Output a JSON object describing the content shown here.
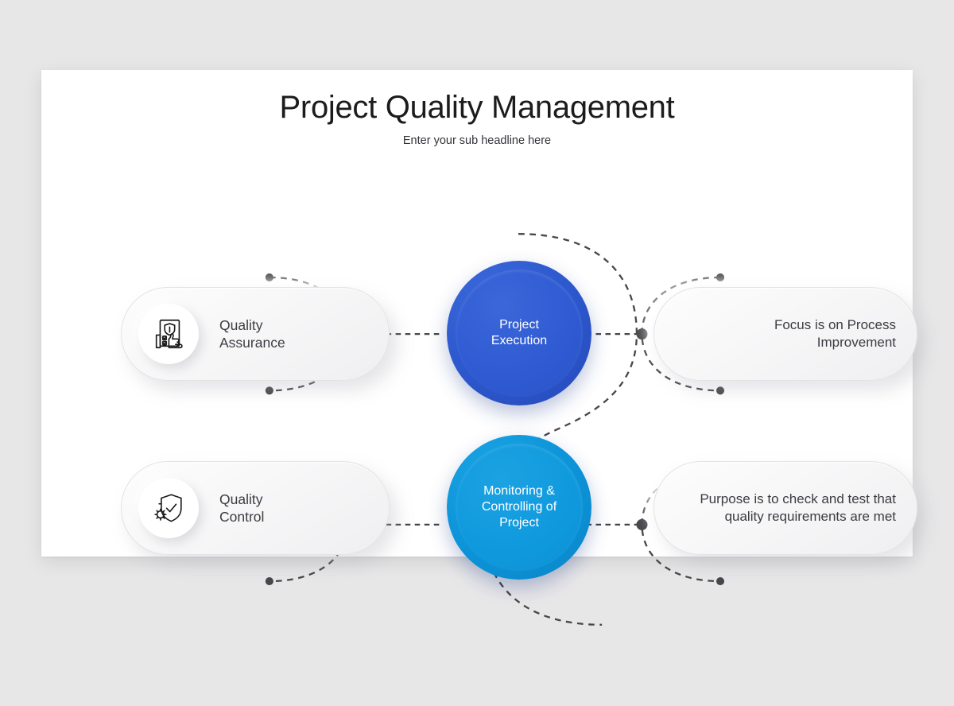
{
  "slide": {
    "title": "Project Quality Management",
    "subtitle": "Enter your sub headline here",
    "background_color": "#e8e7e8",
    "surface_color": "#ffffff"
  },
  "palette": {
    "execution_blue": "#2d57cd",
    "monitoring_blue": "#0d93d8",
    "connector_gray": "#46464b",
    "text_dark": "#3c3c42",
    "title_color": "#1c1c1c"
  },
  "hubs": [
    {
      "id": "project-execution",
      "label": "Project\nExecution",
      "color": "#2d57cd"
    },
    {
      "id": "monitoring-controlling",
      "label": "Monitoring &\nControlling of\nProject",
      "color": "#0d93d8"
    }
  ],
  "cards": {
    "left": [
      {
        "id": "quality-assurance",
        "label": "Quality\nAssurance",
        "icon": "clipboard-shield-thumbsup-icon"
      },
      {
        "id": "quality-control",
        "label": "Quality\nControl",
        "icon": "shield-check-gear-icon"
      }
    ],
    "right": [
      {
        "id": "focus-process-improvement",
        "text": "Focus is on Process\nImprovement"
      },
      {
        "id": "purpose-check-test",
        "text": "Purpose is to check and test that\nquality requirements are met"
      }
    ]
  }
}
